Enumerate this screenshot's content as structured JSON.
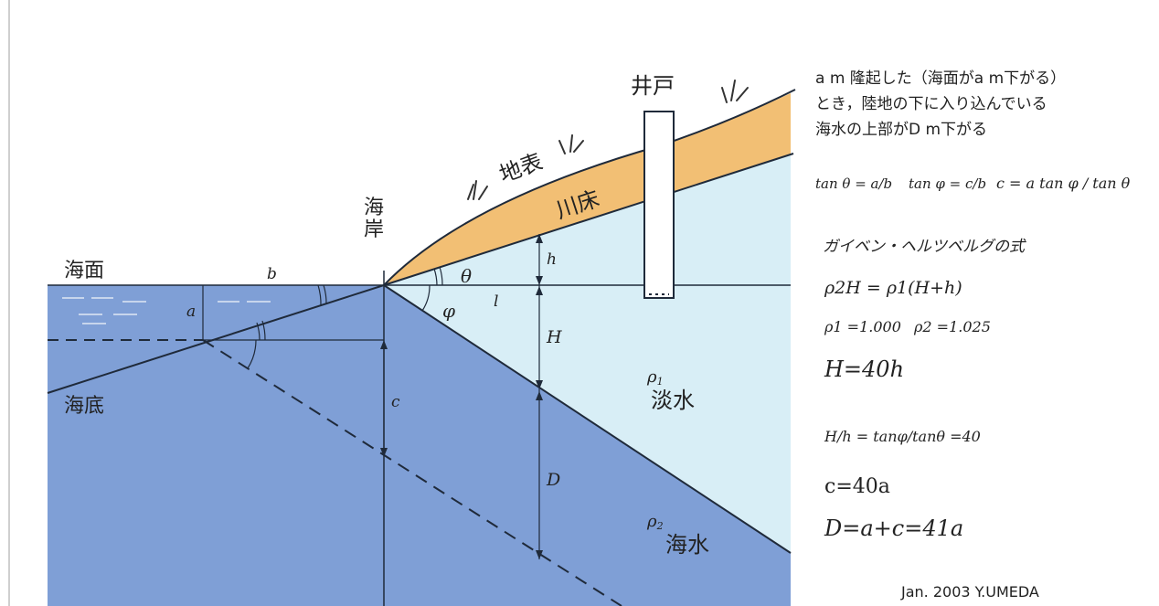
{
  "diagram": {
    "labels": {
      "sea_surface": "海面",
      "sea_floor": "海底",
      "coast": "海岸",
      "well": "井戸",
      "ground_surface": "地表",
      "riverbed": "川床",
      "freshwater": "淡水",
      "seawater": "海水",
      "var_a": "a",
      "var_b": "b",
      "var_c": "c",
      "var_h": "h",
      "var_H": "H",
      "var_D": "D",
      "var_l": "l",
      "theta": "θ",
      "phi": "φ",
      "rho_symbol": "ρ",
      "rho1_index": "1",
      "rho2_index": "2"
    }
  },
  "notes": {
    "uplift_line1": "a m 隆起した（海面がa m下がる）",
    "uplift_line2": "とき，陸地の下に入り込んでいる",
    "uplift_line3": "海水の上部がD m下がる",
    "tan_theta": "tan θ = a/b",
    "tan_phi": "tan φ = c/b",
    "c_relation": "c = a tan φ / tan θ",
    "formula_title": "ガイベン・ヘルツベルグの式",
    "ghyben_eq": "ρ2H = ρ1(H+h)",
    "rho1_value": "ρ1 =1.000",
    "rho2_value": "ρ2 =1.025",
    "H_result": "H=40h",
    "ratio_eq": "H/h = tanφ/tanθ =40",
    "c_result": "c=40a",
    "D_result": "D=a+c=41a",
    "credit": "Jan. 2003 Y.UMEDA"
  },
  "colors": {
    "seawater": "#7f9fd6",
    "freshwater": "#d8eef6",
    "ground": "#f2bf74",
    "line": "#1f2a3a"
  }
}
